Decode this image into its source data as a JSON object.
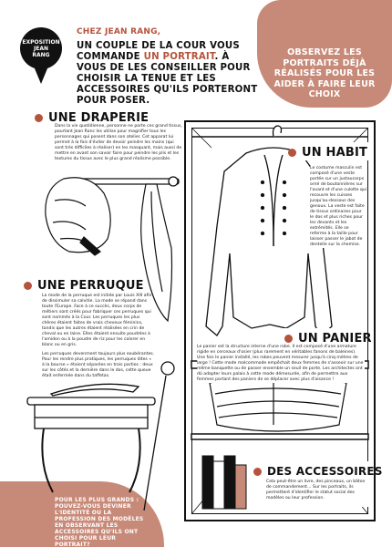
{
  "badge": {
    "lines": [
      "EXPOSITION",
      "JEAN",
      "RANG"
    ]
  },
  "header": {
    "kicker": "CHEZ JEAN RANG,",
    "intro_pre": "UN COUPLE DE LA COUR VOUS COMMANDE ",
    "intro_highlight": "UN PORTRAIT",
    "intro_post": ". À VOUS DE LES CONSEILLER POUR CHOISIR LA TENUE ET LES ACCESSOIRES QU'ILS PORTERONT POUR POSER."
  },
  "callout_top": "OBSERVEZ LES PORTRAITS DÉJÀ RÉALISÉS POUR LES AIDER À FAIRE LEUR CHOIX",
  "sections": {
    "draperie": {
      "title": "UNE DRAPERIE",
      "text": "Dans la vie quotidienne, personne ne porte ces grand tissus, pourtant Jean Ranc les utilise pour magnifier tous les personnages qui posent dans son atelier. Cet apparat lui permet à la fois d'éviter de devoir peindre les mains (qui sont très difficiles à réaliser) en les masquant, mais aussi de mettre en avant son savoir faire pour peindre les plis et les textures du tissus avec le plus grand réalisme possible."
    },
    "habit": {
      "title": "UN HABIT",
      "text": "Le costume masculin est composé d'une veste portée sur un justaucorps orné de boutonnières sur l'avant et d'une culotte qui recouvre les cuisses jusqu'au-dessous des genoux. La veste est faite de tissus ordinaires pour le dos et plus riches pour les devants et les extrémités. Elle se referme à la taille pour laisser passer le jabot de dentelle sur la chemise."
    },
    "perruque": {
      "title": "UNE PERRUQUE",
      "text_1": "La mode de la perruque est initiée par Louis XIII afin de dissimuler sa calvitie. La mode se répand dans toute l'Europe. Face à ce succès, deux corps de métiers sont créés pour fabriquer ces perruques qui sont nommés à la Cour. Les perruques les plus chères étaient faites de vrais cheveux féminins, tandis que les autres étaient réalisées en crin de cheval ou en laine. Elles étaient ensuite poudrées à l'amidon ou à la poudre de riz pour les colorer en blanc ou en gris.",
      "text_2": "Les perruques devenment toujours plus exubérantes. Pour les rendre plus pratiques, les perruques dites « à la bourse » étaient séparées en trois parties : deux sur les côtés et la dernière dans le dos, cette queue était enfermée dans du taffetas."
    },
    "panier": {
      "title": "UN PANIER",
      "text": "Le panier est la structure interne d'une robe. Il est composé d'une armature rigide en cerceaux d'osier (plus rarement en véritables fanons de baleines). Une fois le panier installé, les robes peuvent mesurer jusqu'à cinq mètres de large ! Cette mode malcommode empêchait deux femmes de s'asseoir sur une même banquette ou de passer ensemble un seuil de porte. Les architectes ont dû adapter leurs palais à cette mode démesurée, afin de permettre aux femmes portant des paniers de se déplacer avec plus d'aisance !"
    },
    "accessoires": {
      "title": "DES ACCESSOIRES",
      "text": "Cela peut-être un livre, des pinceaux, un bâton de commandement… Sur les portraits, ils permettent d'identifier le statut social des modèles ou leur profession."
    }
  },
  "callout_bottom": "POUR LES PLUS GRANDS : POUVEZ-VOUS DEVINER L'IDENTITÉ OU LA PROFESSION DES MODÈLES EN OBSERVANT LES ACCESSOIRES QU'ILS ONT CHOISI POUR LEUR PORTRAIT?",
  "colors": {
    "accent": "#b5533c",
    "blob": "#c88a78"
  }
}
